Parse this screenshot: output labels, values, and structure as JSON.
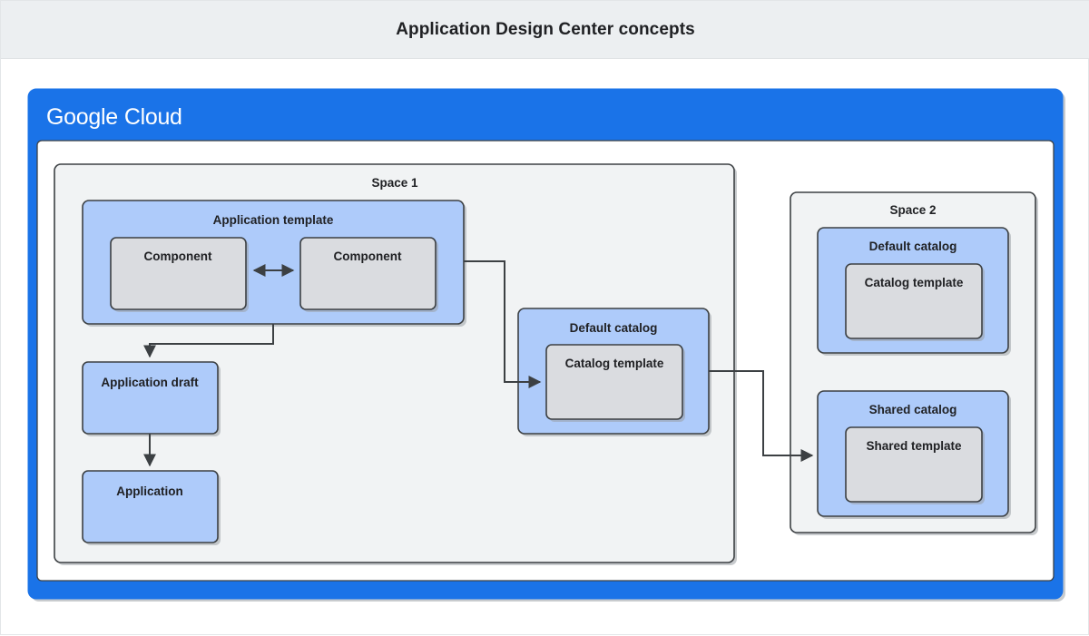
{
  "header": {
    "title": "Application Design Center concepts"
  },
  "colors": {
    "header_bg": "#eceff1",
    "page_bg": "#ffffff",
    "brand_blue": "#1a73e8",
    "panel_white": "#ffffff",
    "space_fill": "#f1f3f4",
    "blue_fill": "#aecbfa",
    "gray_fill": "#dadce0",
    "stroke": "#3c4043",
    "text": "#202124"
  },
  "cloud_frame": {
    "brand_google": "Google",
    "brand_cloud": "Cloud"
  },
  "spaces": [
    {
      "name": "space-1",
      "label": "Space 1",
      "blocks": [
        {
          "name": "application-template",
          "label": "Application template",
          "children": [
            {
              "name": "component-left",
              "label": "Component"
            },
            {
              "name": "component-right",
              "label": "Component"
            }
          ]
        },
        {
          "name": "application-draft",
          "label": "Application draft",
          "children": []
        },
        {
          "name": "application",
          "label": "Application",
          "children": []
        },
        {
          "name": "default-catalog-space-1",
          "label": "Default catalog",
          "children": [
            {
              "name": "catalog-template-space-1",
              "label": "Catalog template"
            }
          ]
        }
      ]
    },
    {
      "name": "space-2",
      "label": "Space 2",
      "blocks": [
        {
          "name": "default-catalog-space-2",
          "label": "Default catalog",
          "children": [
            {
              "name": "catalog-template-space-2",
              "label": "Catalog template"
            }
          ]
        },
        {
          "name": "shared-catalog-space-2",
          "label": "Shared catalog",
          "children": [
            {
              "name": "shared-template-space-2",
              "label": "Shared template"
            }
          ]
        }
      ]
    }
  ],
  "connections": [
    {
      "name": "component-to-component",
      "from": "component-left",
      "to": "component-right",
      "style": "bidirectional"
    },
    {
      "name": "template-to-application-draft",
      "from": "application-template",
      "to": "application-draft",
      "style": "directional"
    },
    {
      "name": "application-draft-to-application",
      "from": "application-draft",
      "to": "application",
      "style": "directional"
    },
    {
      "name": "template-to-catalog-template",
      "from": "application-template",
      "to": "catalog-template-space-1",
      "style": "directional"
    },
    {
      "name": "default-catalog-to-shared-catalog",
      "from": "default-catalog-space-1",
      "to": "shared-catalog-space-2",
      "style": "directional"
    }
  ]
}
